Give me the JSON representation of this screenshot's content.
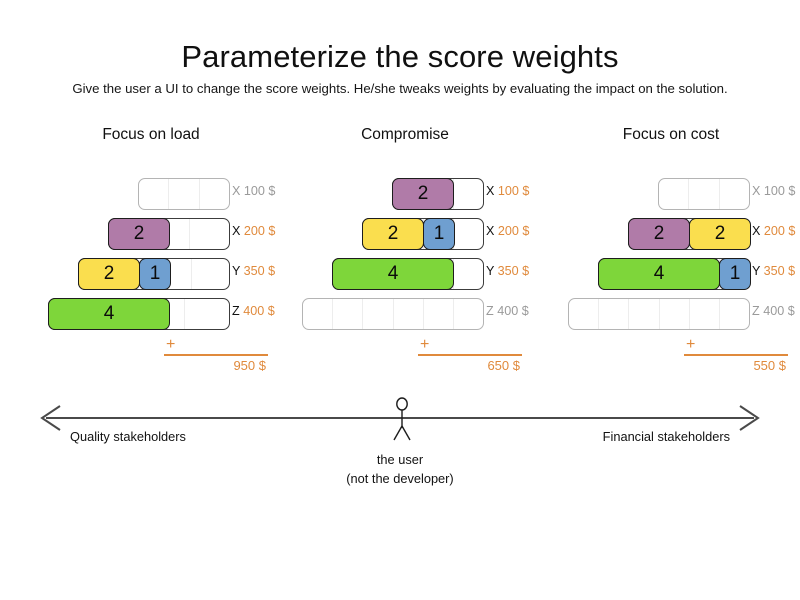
{
  "slide": {
    "title": "Parameterize the score weights",
    "subtitle": "Give the user a UI to change the score weights. He/she tweaks weights by evaluating the impact on the solution."
  },
  "colors": {
    "purple": "#b07ba8",
    "yellow": "#fade4e",
    "blue": "#6f9fd0",
    "green": "#7ed63a",
    "orange": "#e08a3c",
    "inactive_text": "#9a9a9a",
    "segment_outline": "#1d1d1d",
    "empty_outline": "#b4b4b4"
  },
  "scenarios": [
    {
      "title": "Focus on load",
      "total_plus": "+",
      "total": "950 $",
      "rows": [
        {
          "key": "X",
          "amount": "100 $",
          "active": false,
          "track_cells": 3,
          "track_width": 92,
          "segments": []
        },
        {
          "key": "X",
          "amount": "200 $",
          "active": true,
          "track_cells": 3,
          "track_width": 122,
          "segments": [
            {
              "value": "2",
              "color": "purple",
              "width": 62
            }
          ]
        },
        {
          "key": "Y",
          "amount": "350 $",
          "active": true,
          "track_cells": 4,
          "track_width": 152,
          "segments": [
            {
              "value": "2",
              "color": "yellow",
              "width": 62
            },
            {
              "value": "1",
              "color": "blue",
              "width": 32
            }
          ]
        },
        {
          "key": "Z",
          "amount": "400 $",
          "active": true,
          "track_cells": 4,
          "track_width": 182,
          "segments": [
            {
              "value": "4",
              "color": "green",
              "width": 122
            }
          ]
        }
      ]
    },
    {
      "title": "Compromise",
      "total_plus": "+",
      "total": "650 $",
      "rows": [
        {
          "key": "X",
          "amount": "100 $",
          "active": true,
          "track_cells": 3,
          "track_width": 92,
          "segments": [
            {
              "value": "2",
              "color": "purple",
              "width": 62
            }
          ]
        },
        {
          "key": "X",
          "amount": "200 $",
          "active": true,
          "track_cells": 4,
          "track_width": 122,
          "segments": [
            {
              "value": "2",
              "color": "yellow",
              "width": 62
            },
            {
              "value": "1",
              "color": "blue",
              "width": 32
            }
          ]
        },
        {
          "key": "Y",
          "amount": "350 $",
          "active": true,
          "track_cells": 5,
          "track_width": 152,
          "segments": [
            {
              "value": "4",
              "color": "green",
              "width": 122
            }
          ]
        },
        {
          "key": "Z",
          "amount": "400 $",
          "active": false,
          "track_cells": 6,
          "track_width": 182,
          "segments": []
        }
      ]
    },
    {
      "title": "Focus on cost",
      "total_plus": "+",
      "total": "550 $",
      "rows": [
        {
          "key": "X",
          "amount": "100 $",
          "active": false,
          "track_cells": 3,
          "track_width": 92,
          "segments": []
        },
        {
          "key": "X",
          "amount": "200 $",
          "active": true,
          "track_cells": 4,
          "track_width": 122,
          "segments": [
            {
              "value": "2",
              "color": "purple",
              "width": 62
            },
            {
              "value": "2",
              "color": "yellow",
              "width": 62
            }
          ]
        },
        {
          "key": "Y",
          "amount": "350 $",
          "active": true,
          "track_cells": 5,
          "track_width": 152,
          "segments": [
            {
              "value": "4",
              "color": "green",
              "width": 122
            },
            {
              "value": "1",
              "color": "blue",
              "width": 32
            }
          ]
        },
        {
          "key": "Z",
          "amount": "400 $",
          "active": false,
          "track_cells": 6,
          "track_width": 182,
          "segments": []
        }
      ]
    }
  ],
  "axis": {
    "left_label": "Quality stakeholders",
    "right_label": "Financial stakeholders",
    "user_caption_line1": "the user",
    "user_caption_line2": "(not the developer)"
  }
}
